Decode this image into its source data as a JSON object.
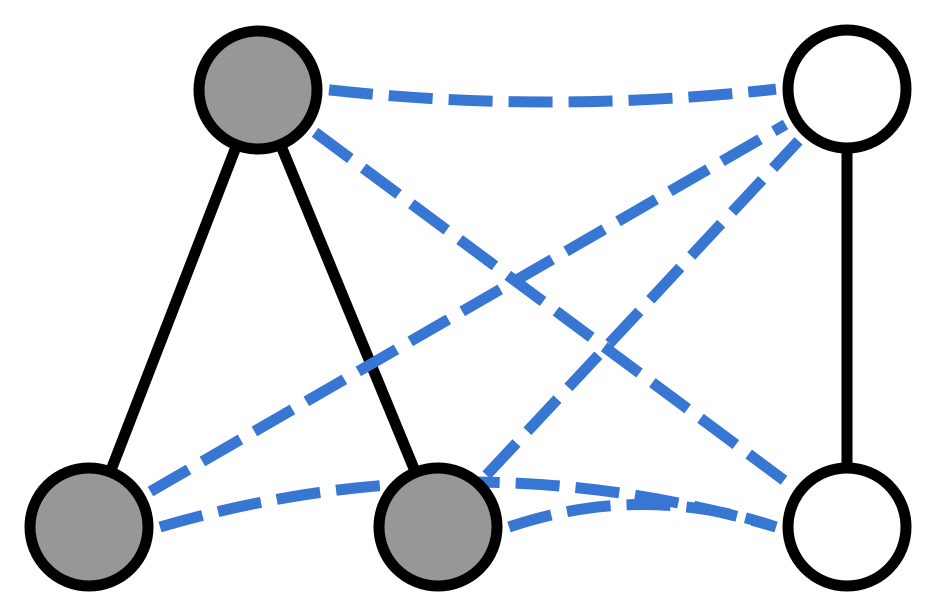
{
  "diagram": {
    "type": "graph",
    "colors": {
      "background": "#ffffff",
      "outline": "#000000",
      "gray_fill": "#979797",
      "white_fill": "#ffffff",
      "dashed_edge": "#3876d3",
      "solid_edge": "#000000"
    },
    "nodes": [
      {
        "id": "n1",
        "fill": "gray"
      },
      {
        "id": "n2",
        "fill": "gray"
      },
      {
        "id": "n3",
        "fill": "gray"
      },
      {
        "id": "n4",
        "fill": "white"
      },
      {
        "id": "n5",
        "fill": "white"
      }
    ],
    "edges": [
      {
        "from": "n1",
        "to": "n2",
        "style": "solid"
      },
      {
        "from": "n1",
        "to": "n3",
        "style": "solid"
      },
      {
        "from": "n4",
        "to": "n5",
        "style": "solid"
      },
      {
        "from": "n1",
        "to": "n4",
        "style": "dashed"
      },
      {
        "from": "n1",
        "to": "n5",
        "style": "dashed"
      },
      {
        "from": "n2",
        "to": "n4",
        "style": "dashed"
      },
      {
        "from": "n2",
        "to": "n5",
        "style": "dashed"
      },
      {
        "from": "n3",
        "to": "n4",
        "style": "dashed"
      },
      {
        "from": "n3",
        "to": "n5",
        "style": "dashed"
      }
    ]
  }
}
